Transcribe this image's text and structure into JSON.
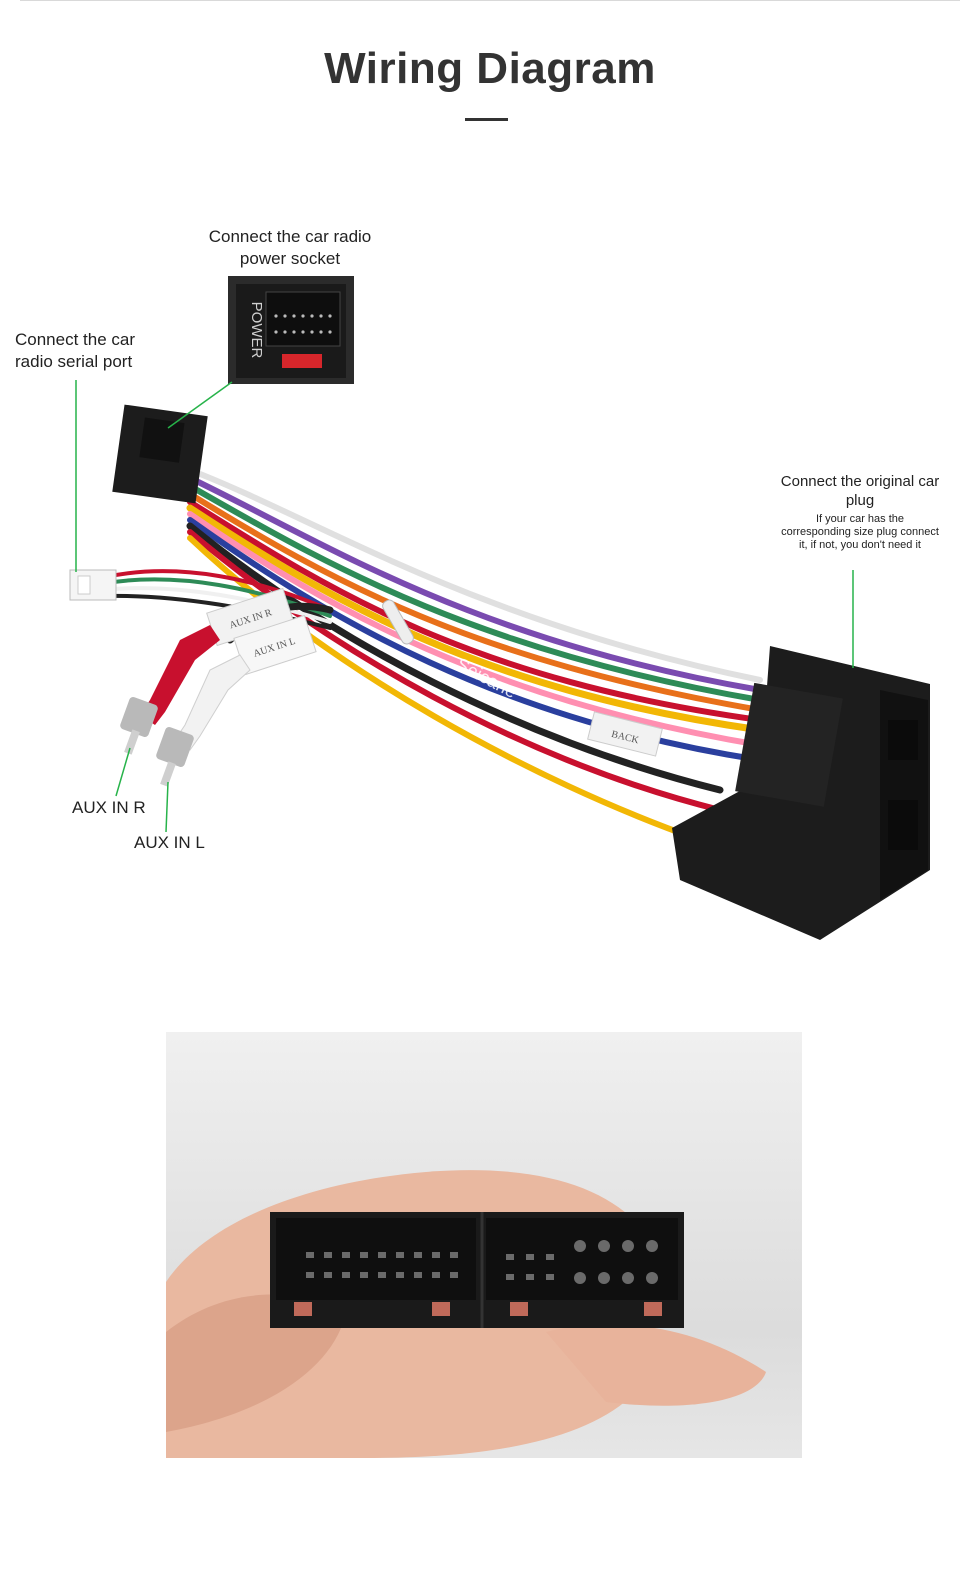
{
  "page": {
    "title": "Wiring Diagram"
  },
  "labels": {
    "power_socket": "Connect the car radio power socket",
    "serial_port": "Connect the car radio  serial port",
    "original_plug": "Connect the original car plug",
    "original_plug_note": "If your car has the corresponding size plug connect it, if not, you don't need it",
    "aux_in_r": "AUX IN R",
    "aux_in_l": "AUX IN L"
  },
  "connector_text": {
    "power": "POWER",
    "aux_r_tag": "AUX IN R",
    "aux_l_tag": "AUX IN L",
    "back_tag": "BACK",
    "brand": "Seicane"
  },
  "colors": {
    "leader_line": "#27b34a",
    "connector": "#1c1c1c",
    "rca_red": "#c8102e",
    "rca_white": "#f2f2f2"
  }
}
